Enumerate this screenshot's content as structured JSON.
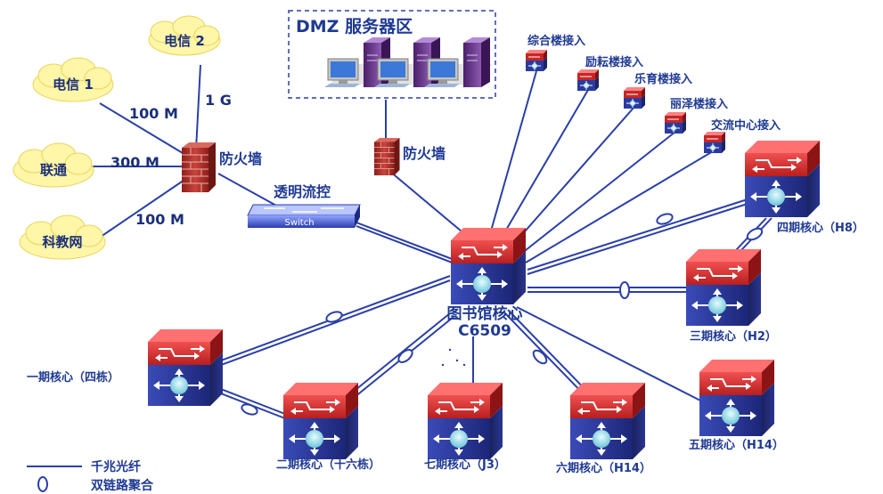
{
  "dmz": {
    "title": "DMZ 服务器区"
  },
  "clouds": {
    "telecom2": "电信 2",
    "telecom1": "电信 1",
    "unicom": "联通",
    "cernet": "科教网"
  },
  "links": {
    "telecom2_bw": "1 G",
    "telecom1_bw": "100 M",
    "unicom_bw": "300 M",
    "cernet_bw": "100 M"
  },
  "firewall_main": "防火墙",
  "firewall_dmz": "防火墙",
  "traffic_control": "透明流控",
  "switch_text": "Switch",
  "access": [
    "综合楼接入",
    "励耘楼接入",
    "乐育楼接入",
    "丽泽楼接入",
    "交流中心接入"
  ],
  "core_main": {
    "line1": "图书馆核心",
    "line2": "C6509"
  },
  "cores": {
    "h8": "四期核心（H8）",
    "h2": "三期核心（H2）",
    "h14_5": "五期核心（H14）",
    "h14_6": "六期核心（H14）",
    "j3": "七期核心（J3）",
    "sixteen": "二期核心（十六栋）",
    "four": "一期核心（四栋）"
  },
  "legend": {
    "fiber": "千兆光纤",
    "dual": "双链路聚合"
  },
  "colors": {
    "line": "#2a3fa8",
    "text": "#1f3a93",
    "cloud": "#fff6a8",
    "core_top": "#d42a2a",
    "core_body": "#24308a",
    "firewall": "#b5332e"
  }
}
